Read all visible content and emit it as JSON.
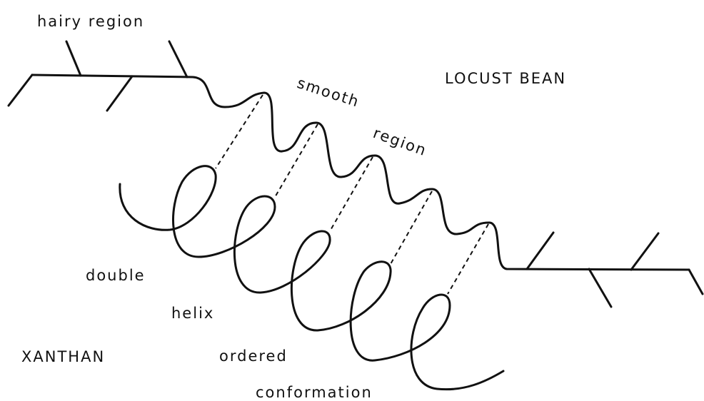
{
  "labels": {
    "hairy_region": "hairy region",
    "locust_bean": "LOCUST BEAN",
    "smooth": "smooth",
    "region": "region",
    "double": "double",
    "helix": "helix",
    "xanthan": "XANTHAN",
    "ordered": "ordered",
    "conformation": "conformation"
  },
  "colors": {
    "ink": "#111111",
    "background": "#ffffff"
  }
}
